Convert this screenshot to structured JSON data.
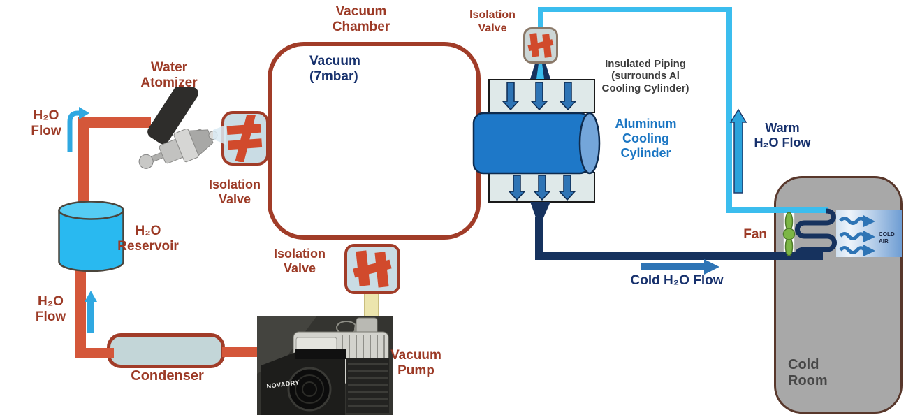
{
  "diagram": {
    "labels": {
      "water_atomizer": "Water\nAtomizer",
      "h2o_flow_upper": "H₂O\nFlow",
      "isolation_valve_left": "Isolation\nValve",
      "vacuum_chamber": "Vacuum\nChamber",
      "vacuum_level": "Vacuum\n(7mbar)",
      "h2o_reservoir": "H₂O\nReservoir",
      "h2o_flow_lower": "H₂O\nFlow",
      "condenser": "Condenser",
      "isolation_valve_bottom": "Isolation\nValve",
      "vacuum_pump": "Vacuum\nPump",
      "pump_brand": "NOVADRY",
      "isolation_valve_top": "Isolation\nValve",
      "insulated_piping": "Insulated Piping\n(surrounds Al\nCooling Cylinder)",
      "aluminum_cooling_cylinder": "Aluminum\nCooling\nCylinder",
      "warm_h2o_flow": "Warm\nH₂O Flow",
      "cold_h2o_flow": "Cold H₂O Flow",
      "fan": "Fan",
      "cold_room": "Cold\nRoom",
      "cold_air": "COLD\nAIR"
    },
    "colors": {
      "label_red": "#9c3a26",
      "label_navy": "#17316d",
      "label_grey": "#3c3c3c",
      "label_blue": "#1b76c3",
      "pipe_red": "#d4573a",
      "pipe_cyan": "#3bbdee",
      "pipe_navy": "#16325e",
      "arrow_blue": "#2e74b5",
      "arrow_cyan": "#2fa8e1",
      "reservoir_blue": "#29b9f0",
      "cylinder_blue": "#1e78c8",
      "valve_glyph_red": "#d14a2c",
      "valve_fill": "#c9dce4",
      "chamber_border": "#a13c28",
      "insulated_box_fill": "#dfe9e9",
      "condenser_fill": "#c3d6d8",
      "cold_room_fill": "#a8a8a8",
      "cold_room_border": "#58372b",
      "pump_pipe_beige": "#ece5ad"
    }
  }
}
